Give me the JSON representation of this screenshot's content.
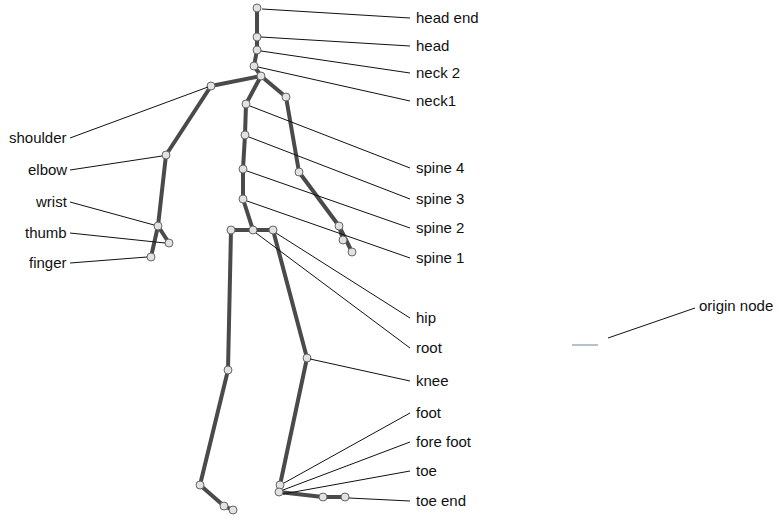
{
  "diagram": {
    "labels": [
      "head end",
      "head",
      "neck 2",
      "neck1",
      "shoulder",
      "elbow",
      "wrist",
      "thumb",
      "finger",
      "spine 4",
      "spine 3",
      "spine 2",
      "spine 1",
      "hip",
      "root",
      "knee",
      "foot",
      "fore foot",
      "toe",
      "toe end",
      "origin node"
    ]
  }
}
